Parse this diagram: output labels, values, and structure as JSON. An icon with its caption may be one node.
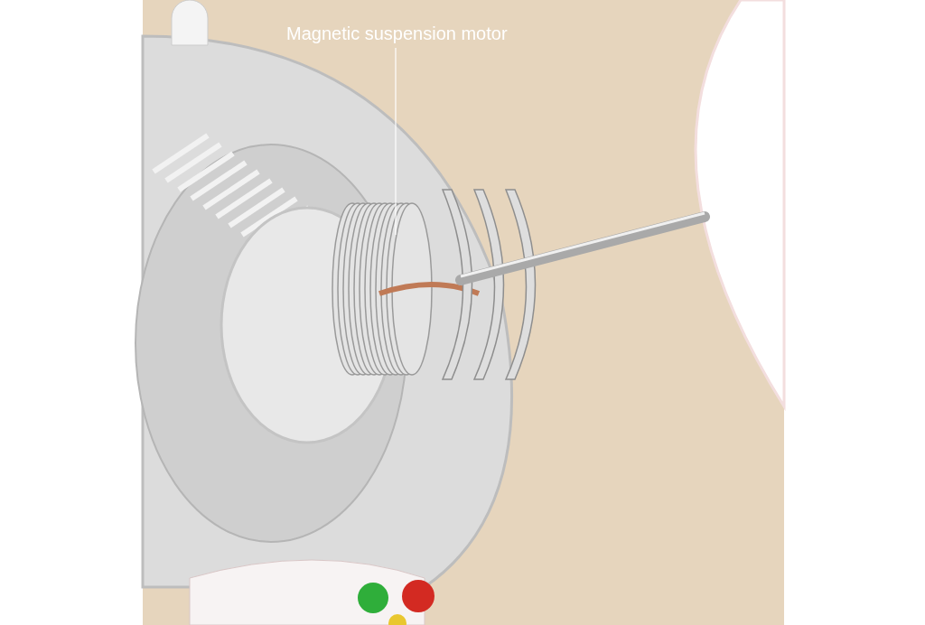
{
  "diagram": {
    "nodes": [
      {
        "text": [
          "Magnetic suspension motor"
        ]
      },
      {
        "text": [],
        "shape": "picture"
      }
    ],
    "edges": [
      {
        "from": 0,
        "to": 1,
        "arrow": "none"
      }
    ]
  }
}
